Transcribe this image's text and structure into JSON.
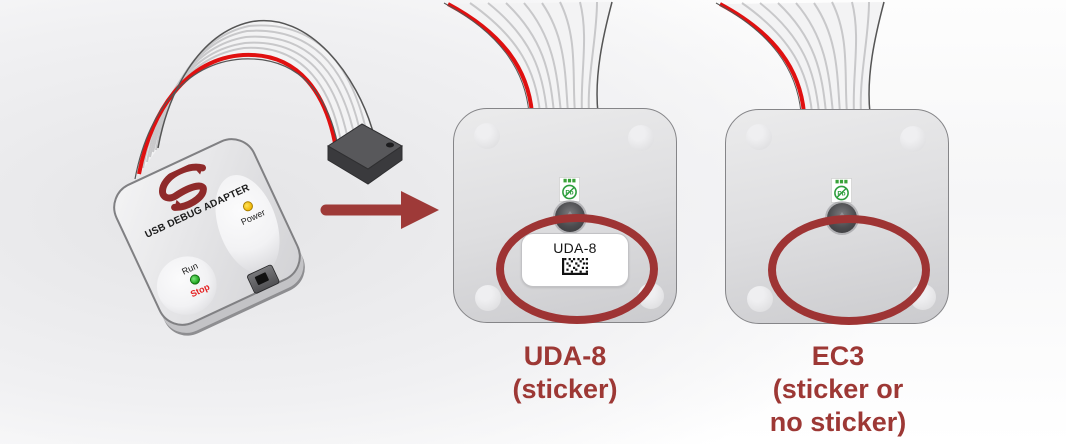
{
  "colors": {
    "accent_red": "#9e3434",
    "ribbon_stripe_red": "#e01010",
    "logo_red": "#8f2a2a",
    "led_power_yellow": "#f0b400",
    "led_run_green": "#17a117",
    "stop_text_red": "#e41f1f",
    "lead_free_green": "#2e9e3e"
  },
  "adapter": {
    "label": "USB DEBUG ADAPTER",
    "power_label": "Power",
    "run_label": "Run",
    "stop_label": "Stop"
  },
  "arrow": {
    "direction": "right"
  },
  "devices": [
    {
      "name": "UDA-8",
      "sticker_text": "UDA-8",
      "has_barcode": true,
      "caption_line1": "UDA-8",
      "caption_line2": "(sticker)"
    },
    {
      "name": "EC3",
      "has_barcode": false,
      "caption_line1": "EC3",
      "caption_line2": "(sticker or",
      "caption_line3": "no sticker)"
    }
  ],
  "icons": {
    "logo": "silicon-labs-swirl",
    "lead_free": "lead-free-pb-crossed",
    "barcode": "datamatrix"
  }
}
